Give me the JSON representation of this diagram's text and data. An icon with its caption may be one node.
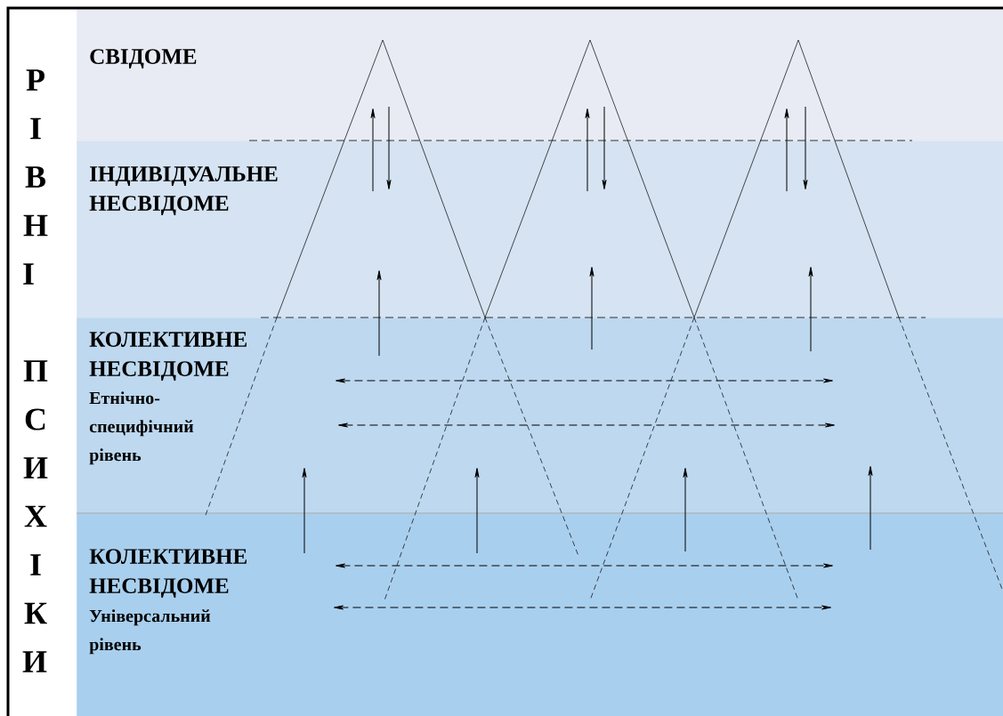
{
  "diagram": {
    "nodes": [
      {
        "text": [
          "СВІДОМЕ"
        ]
      },
      {
        "text": [
          "ІНДИВІДУАЛЬНЕ НЕСВІДОМЕ"
        ]
      },
      {
        "text": [
          "КОЛЕКТИВНЕ НЕСВІДОМЕ",
          "Етнічно-специфічний рівень"
        ]
      },
      {
        "text": [
          "КОЛЕКТИВНЕ НЕСВІДОМЕ",
          "Універсальний рівень"
        ]
      }
    ],
    "edges": [
      {
        "from": 1,
        "to": 0,
        "arrow": "to"
      },
      {
        "from": 0,
        "to": 1,
        "arrow": "to"
      },
      {
        "from": 1,
        "to": 0,
        "arrow": "to"
      },
      {
        "from": 0,
        "to": 1,
        "arrow": "to"
      },
      {
        "from": 1,
        "to": 0,
        "arrow": "to"
      },
      {
        "from": 0,
        "to": 1,
        "arrow": "to"
      },
      {
        "from": 2,
        "to": 1,
        "arrow": "to"
      },
      {
        "from": 2,
        "to": 1,
        "arrow": "to"
      },
      {
        "from": 2,
        "to": 1,
        "arrow": "to"
      },
      {
        "from": 3,
        "to": 2,
        "arrow": "to"
      },
      {
        "from": 3,
        "to": 2,
        "arrow": "to"
      },
      {
        "from": 3,
        "to": 2,
        "arrow": "to"
      },
      {
        "from": 3,
        "to": 2,
        "arrow": "to"
      }
    ],
    "labels": [
      "РІВНІ ПСИХІКИ"
    ]
  }
}
